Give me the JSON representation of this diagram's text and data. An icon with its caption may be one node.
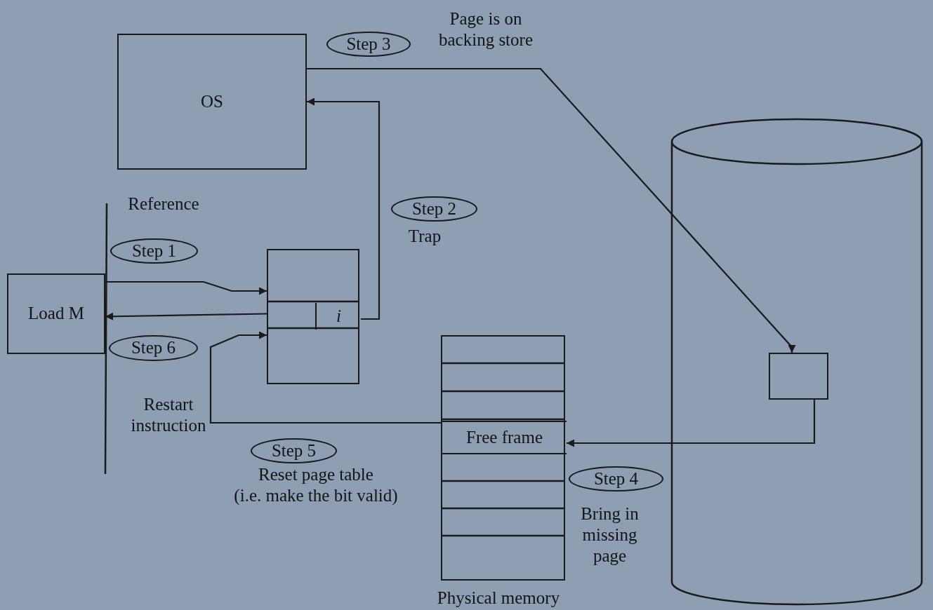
{
  "diagram": {
    "nodes": [
      {
        "text": [
          "OS"
        ]
      },
      {
        "text": [
          "Step 3"
        ],
        "beside": [
          "Page is on backing store"
        ]
      },
      {
        "text": [],
        "shape": "cylinder"
      },
      {
        "text": [
          "Step 2"
        ],
        "beside": [
          "Trap"
        ]
      },
      {
        "text": [
          "Step 1"
        ],
        "beside": [
          "Reference"
        ]
      },
      {
        "text": [],
        "shape": "box"
      },
      {
        "text": [
          "i"
        ],
        "in": 5
      },
      {
        "text": [
          "Load M"
        ]
      },
      {
        "text": [
          "Step 6"
        ],
        "beside": [
          "Restart instruction"
        ]
      },
      {
        "text": [],
        "shape": "box",
        "in": 2
      },
      {
        "text": [],
        "shape": "box",
        "beside": [
          "Physical memory"
        ]
      },
      {
        "text": [
          "Free frame"
        ],
        "in": 10
      },
      {
        "text": [
          "Step 5"
        ],
        "beside": [
          "Reset page table",
          "(i.e. make the bit valid)"
        ]
      },
      {
        "text": [
          "Step 4"
        ],
        "beside": [
          "Bring in missing page"
        ]
      }
    ],
    "edges": [
      {
        "from": 7,
        "to": 5,
        "arrow": "to"
      },
      {
        "from": 6,
        "to": 0,
        "arrow": "to"
      },
      {
        "from": 0,
        "to": 9,
        "arrow": "to"
      },
      {
        "from": 9,
        "to": 11,
        "arrow": "to"
      },
      {
        "from": 11,
        "to": 5,
        "arrow": "to"
      },
      {
        "from": 5,
        "to": 7,
        "arrow": "to"
      }
    ]
  }
}
